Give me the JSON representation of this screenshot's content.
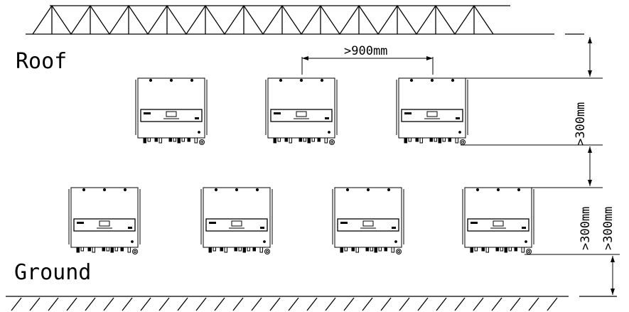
{
  "labels": {
    "roof": "Roof",
    "ground": "Ground"
  },
  "dimensions": {
    "horizontal_gap": ">900mm",
    "top_clearance": ">300mm",
    "row_gap": ">300mm",
    "bottom_clearance": ">300mm"
  },
  "layout": {
    "top_row_units": 3,
    "bottom_row_units": 4
  },
  "colors": {
    "line": "#000000",
    "background": "#ffffff"
  }
}
